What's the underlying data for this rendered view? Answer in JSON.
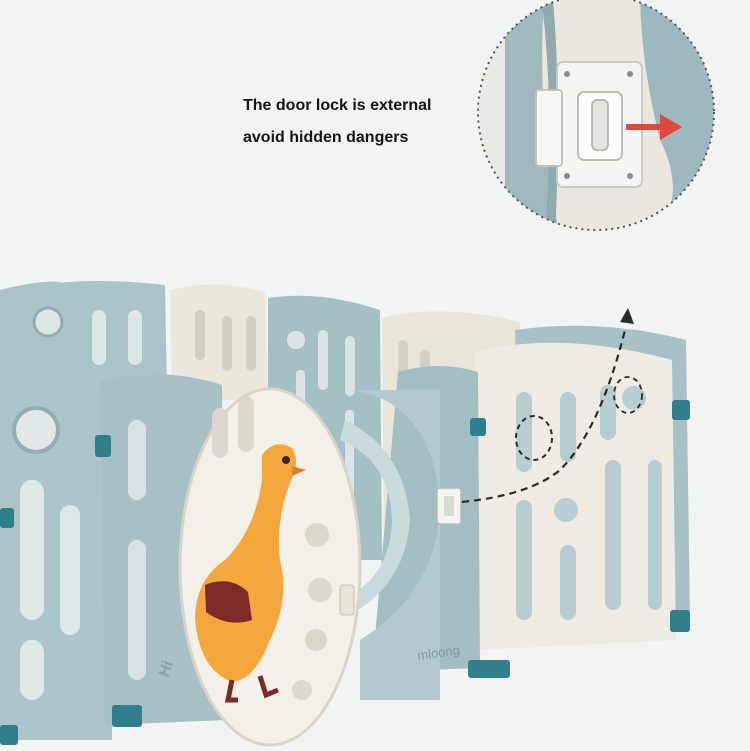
{
  "caption": {
    "line1": "The door lock is external",
    "line2": "avoid hidden dangers"
  },
  "product": {
    "brand_mark_1": "mloong",
    "brand_mark_2": "Hi"
  },
  "colors": {
    "teal_panel": "#a9c3c8",
    "cream_panel": "#ece8df",
    "joint_clip": "#2f7f8c",
    "duck_body": "#f3a73c",
    "arrow_red": "#e2473e",
    "dashed_line": "#2a2a2a"
  },
  "icons": [
    "door-lock-icon",
    "red-arrow-icon",
    "dashed-path-arrow-icon",
    "duck-figure-icon"
  ]
}
